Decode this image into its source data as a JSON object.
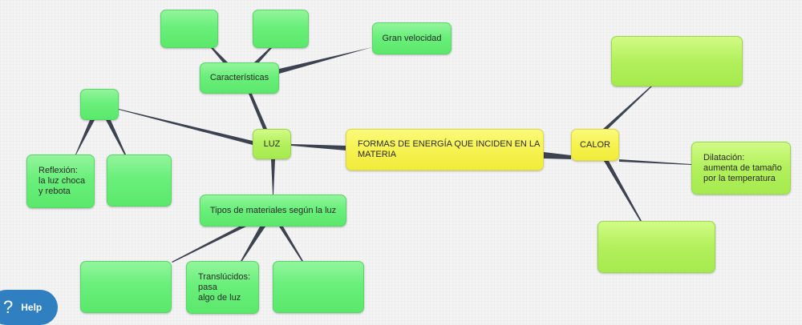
{
  "colors": {
    "background": "#f4f4f4",
    "link": "#3d4250",
    "node_green": "#6aef7b",
    "node_lime": "#b2f05c",
    "node_yellow": "#f6f251",
    "help_button": "#2f7fc1"
  },
  "map": {
    "root": {
      "id": "root",
      "text": "FORMAS DE ENERGÍA QUE INCIDEN EN LA\nMATERIA",
      "color": "yellow"
    },
    "nodes": [
      {
        "id": "luz",
        "text": "LUZ",
        "color": "lime"
      },
      {
        "id": "calor",
        "text": "CALOR",
        "color": "yellow"
      },
      {
        "id": "caracteristicas",
        "text": "Características",
        "color": "green"
      },
      {
        "id": "gran_velocidad",
        "text": "Gran velocidad",
        "color": "green"
      },
      {
        "id": "empty_a",
        "text": "",
        "color": "green"
      },
      {
        "id": "empty_b",
        "text": "",
        "color": "green"
      },
      {
        "id": "empty_c",
        "text": "",
        "color": "green"
      },
      {
        "id": "reflexion",
        "text": "Reflexión:\nla luz choca\ny rebota",
        "color": "green"
      },
      {
        "id": "empty_d",
        "text": "",
        "color": "green"
      },
      {
        "id": "tipos",
        "text": "Tipos de materiales según la luz",
        "color": "green"
      },
      {
        "id": "empty_e",
        "text": "",
        "color": "green"
      },
      {
        "id": "translucidos",
        "text": "Translúcidos:\npasa\nalgo de luz",
        "color": "green"
      },
      {
        "id": "empty_f",
        "text": "",
        "color": "green"
      },
      {
        "id": "calor_empty_top",
        "text": "",
        "color": "lime"
      },
      {
        "id": "dilatacion",
        "text": "Dilatación:\naumenta de tamaño\npor la temperatura",
        "color": "lime"
      },
      {
        "id": "calor_empty_bottom",
        "text": "",
        "color": "lime"
      }
    ]
  },
  "help": {
    "icon": "question-icon",
    "label": "Help"
  }
}
